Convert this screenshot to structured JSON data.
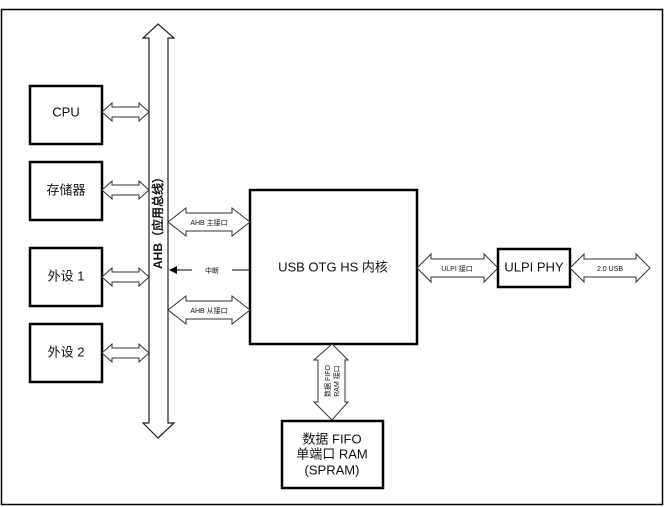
{
  "diagram": {
    "blocks": {
      "cpu": "CPU",
      "memory": "存储器",
      "peripheral1": "外设 1",
      "peripheral2": "外设 2",
      "usb_core": "USB OTG HS 内核",
      "ulpi_phy": "ULPI PHY",
      "spram_line1": "数据 FIFO",
      "spram_line2": "单端口 RAM",
      "spram_line3": "(SPRAM)"
    },
    "bus": {
      "label": "AHB（应用总线）"
    },
    "connections": {
      "ahb_master": "AHB 主接口",
      "interrupt": "中断",
      "ahb_slave": "AHB 从接口",
      "ulpi_interface": "ULPI 接口",
      "usb20": "2.0 USB",
      "fifo_ram_line1": "数据 FIFO",
      "fifo_ram_line2": "RAM 接口"
    }
  }
}
